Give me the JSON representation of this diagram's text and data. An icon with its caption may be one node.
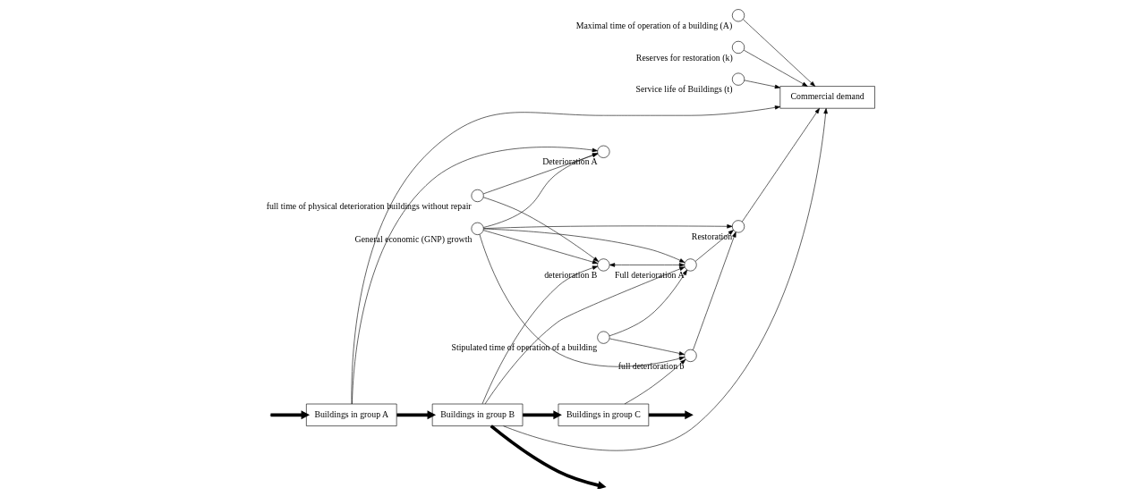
{
  "diagram": {
    "nodes": [
      {
        "text": [
          "Maximal time of operation of a building (A)"
        ]
      },
      {
        "text": [
          "Reserves for restoration (k)"
        ]
      },
      {
        "text": [
          "full time of physical deterioration buildings without repair"
        ]
      },
      {
        "text": [
          "Commercial demand"
        ]
      },
      {
        "text": [
          "Service life of Buildings (t)"
        ]
      },
      {
        "text": [
          "Deterioration A"
        ]
      },
      {
        "text": [
          "deterioration B"
        ]
      },
      {
        "text": [
          "Buildings in group A"
        ]
      },
      {
        "text": [
          "Buildings in group B"
        ]
      },
      {
        "text": [
          "Buildings in group C"
        ]
      },
      {
        "text": [
          "Restoration"
        ]
      },
      {
        "text": [
          "Full deterioration A"
        ]
      },
      {
        "text": [
          "full deterioration b"
        ]
      },
      {
        "text": [
          "General economic (GNP) growth"
        ]
      },
      {
        "text": [
          "Stipulated time of operation of a building"
        ]
      }
    ],
    "edges": [
      {
        "from": 0,
        "to": 3,
        "arrow": "to"
      },
      {
        "from": 1,
        "to": 3,
        "arrow": "to"
      },
      {
        "from": 4,
        "to": 3,
        "arrow": "to"
      },
      {
        "from": 10,
        "to": 3,
        "arrow": "to"
      },
      {
        "from": 7,
        "to": 3,
        "arrow": "to"
      },
      {
        "from": 8,
        "to": 3,
        "arrow": "to"
      },
      {
        "from": 2,
        "to": 5,
        "arrow": "to"
      },
      {
        "from": 2,
        "to": 6,
        "arrow": "to"
      },
      {
        "from": 7,
        "to": 5,
        "arrow": "to"
      },
      {
        "from": 8,
        "to": 6,
        "arrow": "to"
      },
      {
        "from": null,
        "to": 7,
        "arrow": "to",
        "style": "thick"
      },
      {
        "from": 7,
        "to": 8,
        "arrow": "to",
        "style": "thick"
      },
      {
        "from": 8,
        "to": 9,
        "arrow": "to",
        "style": "thick"
      },
      {
        "from": 8,
        "to": null,
        "arrow": "to",
        "style": "thick"
      },
      {
        "from": 9,
        "to": null,
        "arrow": "to",
        "style": "thick"
      },
      {
        "from": 8,
        "to": 11,
        "arrow": "to"
      },
      {
        "from": 9,
        "to": 12,
        "arrow": "to"
      },
      {
        "from": 13,
        "to": 10,
        "arrow": "to"
      },
      {
        "from": 13,
        "to": 5,
        "arrow": "to"
      },
      {
        "from": 13,
        "to": 6,
        "arrow": "to"
      },
      {
        "from": 13,
        "to": 11,
        "arrow": "to"
      },
      {
        "from": 13,
        "to": 12,
        "arrow": "to"
      },
      {
        "from": 6,
        "to": 11,
        "arrow": "both"
      },
      {
        "from": 11,
        "to": 10,
        "arrow": "to"
      },
      {
        "from": 12,
        "to": 10,
        "arrow": "to"
      },
      {
        "from": 14,
        "to": 11,
        "arrow": "to"
      },
      {
        "from": 14,
        "to": 12,
        "arrow": "to"
      }
    ]
  }
}
